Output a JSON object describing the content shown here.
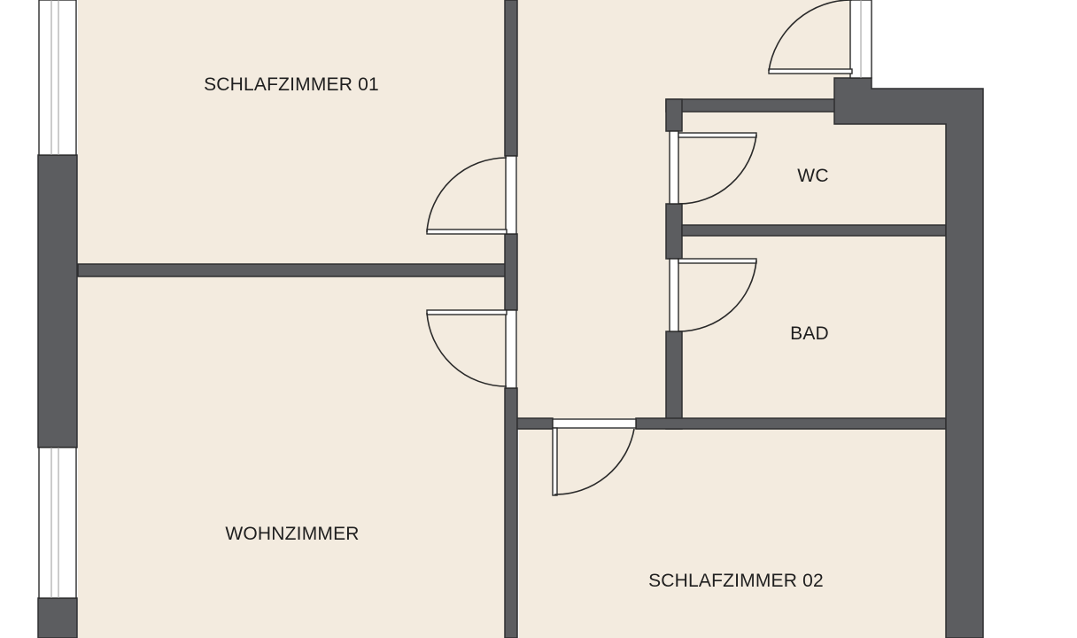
{
  "plan": {
    "rooms": {
      "schlafzimmer_01": "SCHLAFZIMMER 01",
      "wc": "WC",
      "bad": "BAD",
      "wohnzimmer": "WOHNZIMMER",
      "schlafzimmer_02": "SCHLAFZIMMER 02"
    },
    "colors": {
      "floor": "#f3ebdf",
      "wall": "#5c5d60",
      "background": "#ffffff"
    }
  }
}
